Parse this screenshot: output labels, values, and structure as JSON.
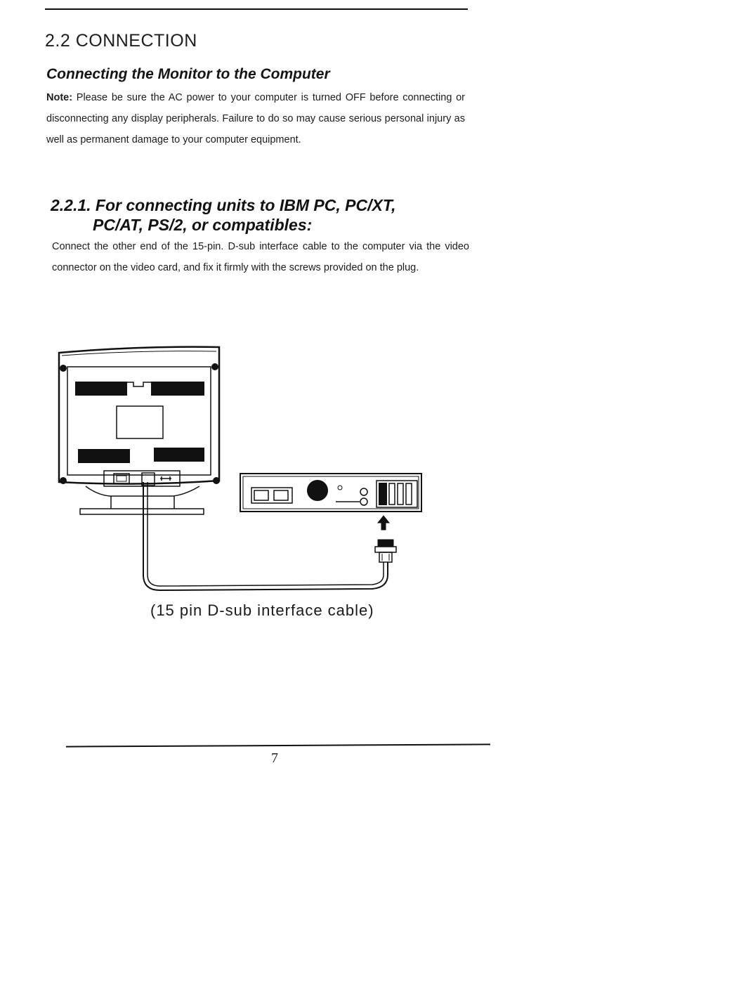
{
  "section": {
    "title": "2.2 CONNECTION"
  },
  "connecting": {
    "heading": "Connecting the Monitor to the Computer",
    "note_label": "Note:",
    "note_text": " Please be sure the AC power to your computer is turned OFF before connecting or disconnecting any display peripherals. Failure to do so may cause serious personal injury as well as permanent damage to your computer equipment."
  },
  "subsection": {
    "title_line1": "2.2.1. For connecting units to IBM PC, PC/XT,",
    "title_line2": "PC/AT, PS/2, or compatibles:",
    "body": "Connect the other end of the 15-pin. D-sub interface cable to the computer via the video connector on the video card, and fix it firmly with the screws provided on the plug."
  },
  "figure": {
    "caption": "(15 pin D-sub interface cable)"
  },
  "footer": {
    "page_number": "7"
  }
}
